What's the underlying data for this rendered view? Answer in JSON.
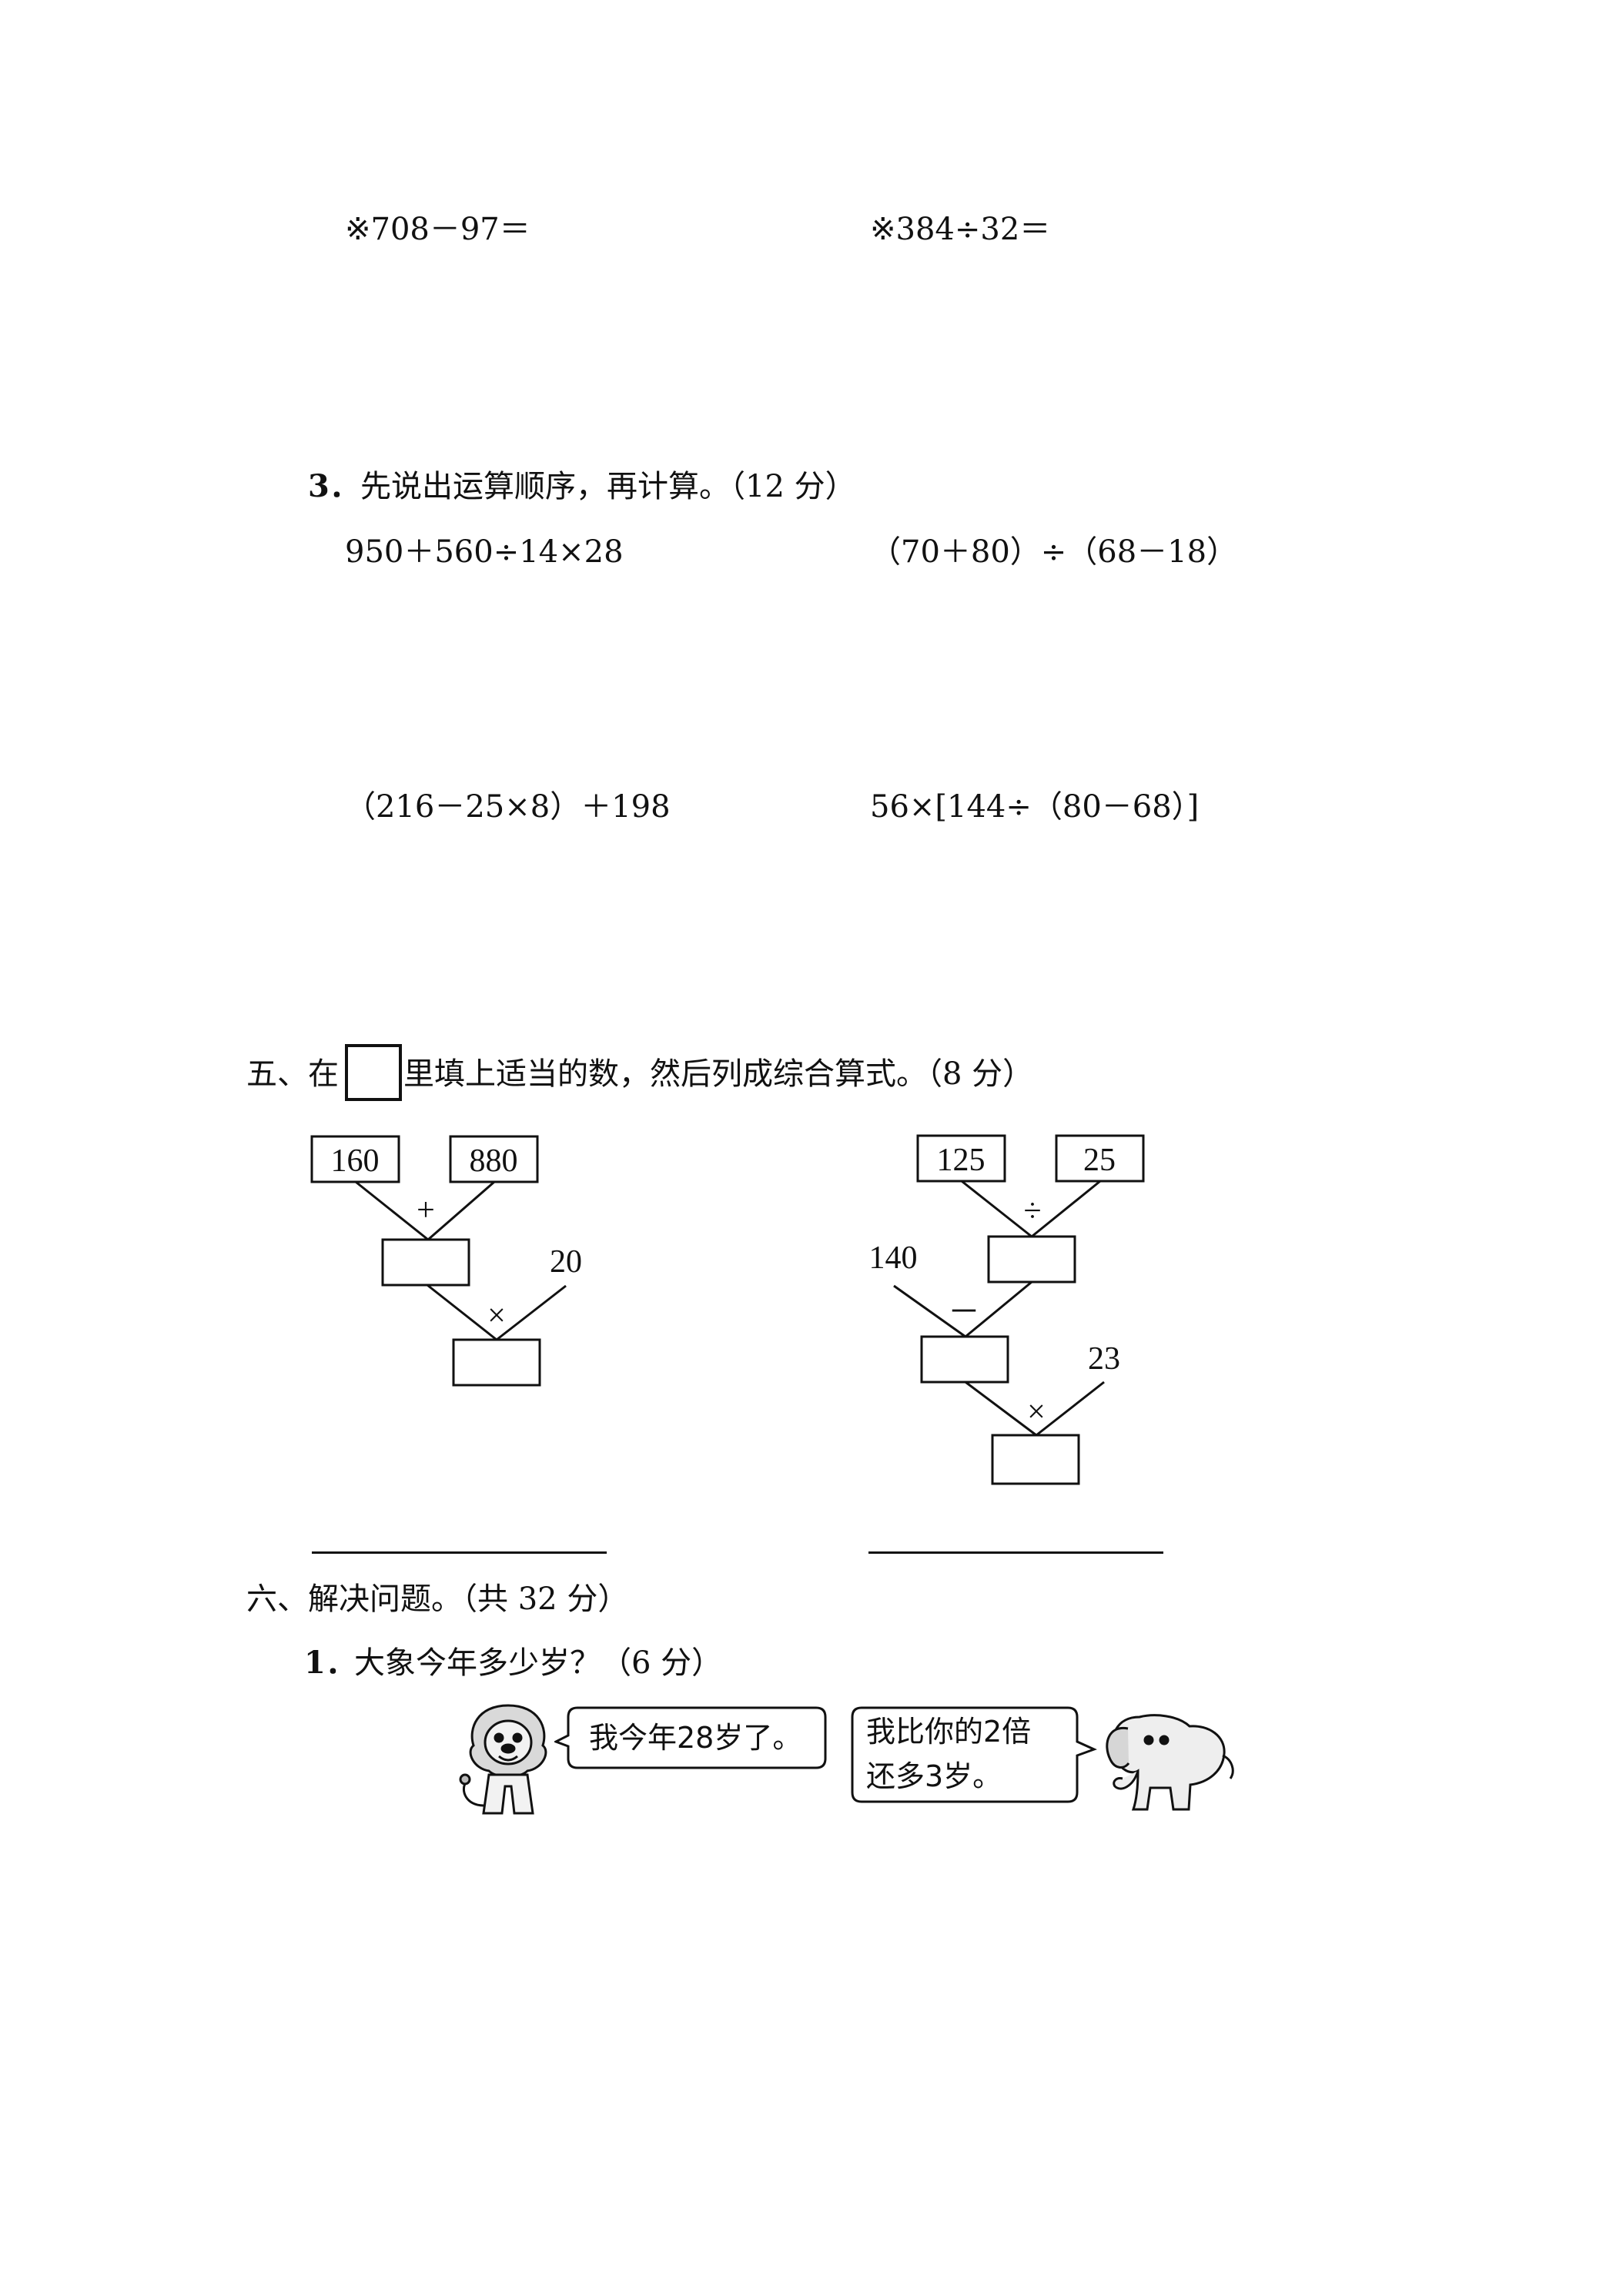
{
  "calc_top": {
    "left": "※708－97＝",
    "right": "※384÷32＝"
  },
  "q3": {
    "number": "3．",
    "title": "先说出运算顺序，再计算。（12 分）",
    "items": [
      "950＋560÷14×28",
      "（70＋80）÷（68－18）",
      "（216－25×8）＋198",
      "56×[144÷（80－68）]"
    ]
  },
  "section5": {
    "prefix": "五、在",
    "suffix": "里填上适当的数，然后列成综合算式。（8 分）",
    "left_tree": {
      "a": "160",
      "b": "880",
      "op1": "+",
      "c": "20",
      "op2": "×"
    },
    "right_tree": {
      "a": "125",
      "b": "25",
      "op1": "÷",
      "c": "140",
      "op2": "－",
      "d": "23",
      "op3": "×"
    }
  },
  "section6": {
    "title": "六、解决问题。（共 32 分）",
    "q1_number": "1．",
    "q1_title": "大象今年多少岁？（6 分）",
    "lion_says": "我今年28岁了。",
    "elephant_says_line1": "我比你的2倍",
    "elephant_says_line2": "还多3岁。"
  }
}
